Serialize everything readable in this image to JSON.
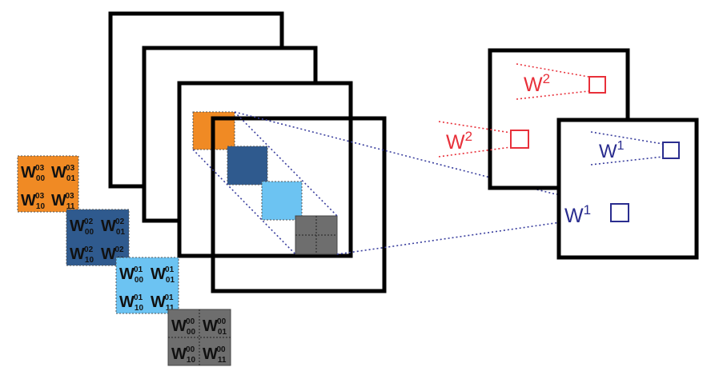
{
  "colors": {
    "orange": "#F08A24",
    "dark_blue": "#2F5A8E",
    "light_blue": "#6CC3F2",
    "gray": "#6E6E6E",
    "frame": "#000000",
    "red": "#E8303A",
    "navy": "#2A2D8F",
    "dotted_line": "#3A3F9E"
  },
  "weight_grids": [
    {
      "color_key": "orange",
      "cells": [
        [
          "W",
          "00",
          "03"
        ],
        [
          "W",
          "01",
          "03"
        ],
        [
          "W",
          "10",
          "03"
        ],
        [
          "W",
          "11",
          "03"
        ]
      ]
    },
    {
      "color_key": "dark_blue",
      "cells": [
        [
          "W",
          "00",
          "02"
        ],
        [
          "W",
          "01",
          "02"
        ],
        [
          "W",
          "10",
          "02"
        ],
        [
          "W",
          "11",
          "02"
        ]
      ]
    },
    {
      "color_key": "light_blue",
      "cells": [
        [
          "W",
          "00",
          "01"
        ],
        [
          "W",
          "01",
          "01"
        ],
        [
          "W",
          "10",
          "01"
        ],
        [
          "W",
          "11",
          "01"
        ]
      ]
    },
    {
      "color_key": "gray",
      "cells": [
        [
          "W",
          "00",
          "00"
        ],
        [
          "W",
          "01",
          "00"
        ],
        [
          "W",
          "10",
          "00"
        ],
        [
          "W",
          "11",
          "00"
        ]
      ]
    }
  ],
  "output_labels": {
    "upper": {
      "base": "W",
      "exp": "2"
    },
    "lower": {
      "base": "W",
      "exp": "1"
    }
  }
}
